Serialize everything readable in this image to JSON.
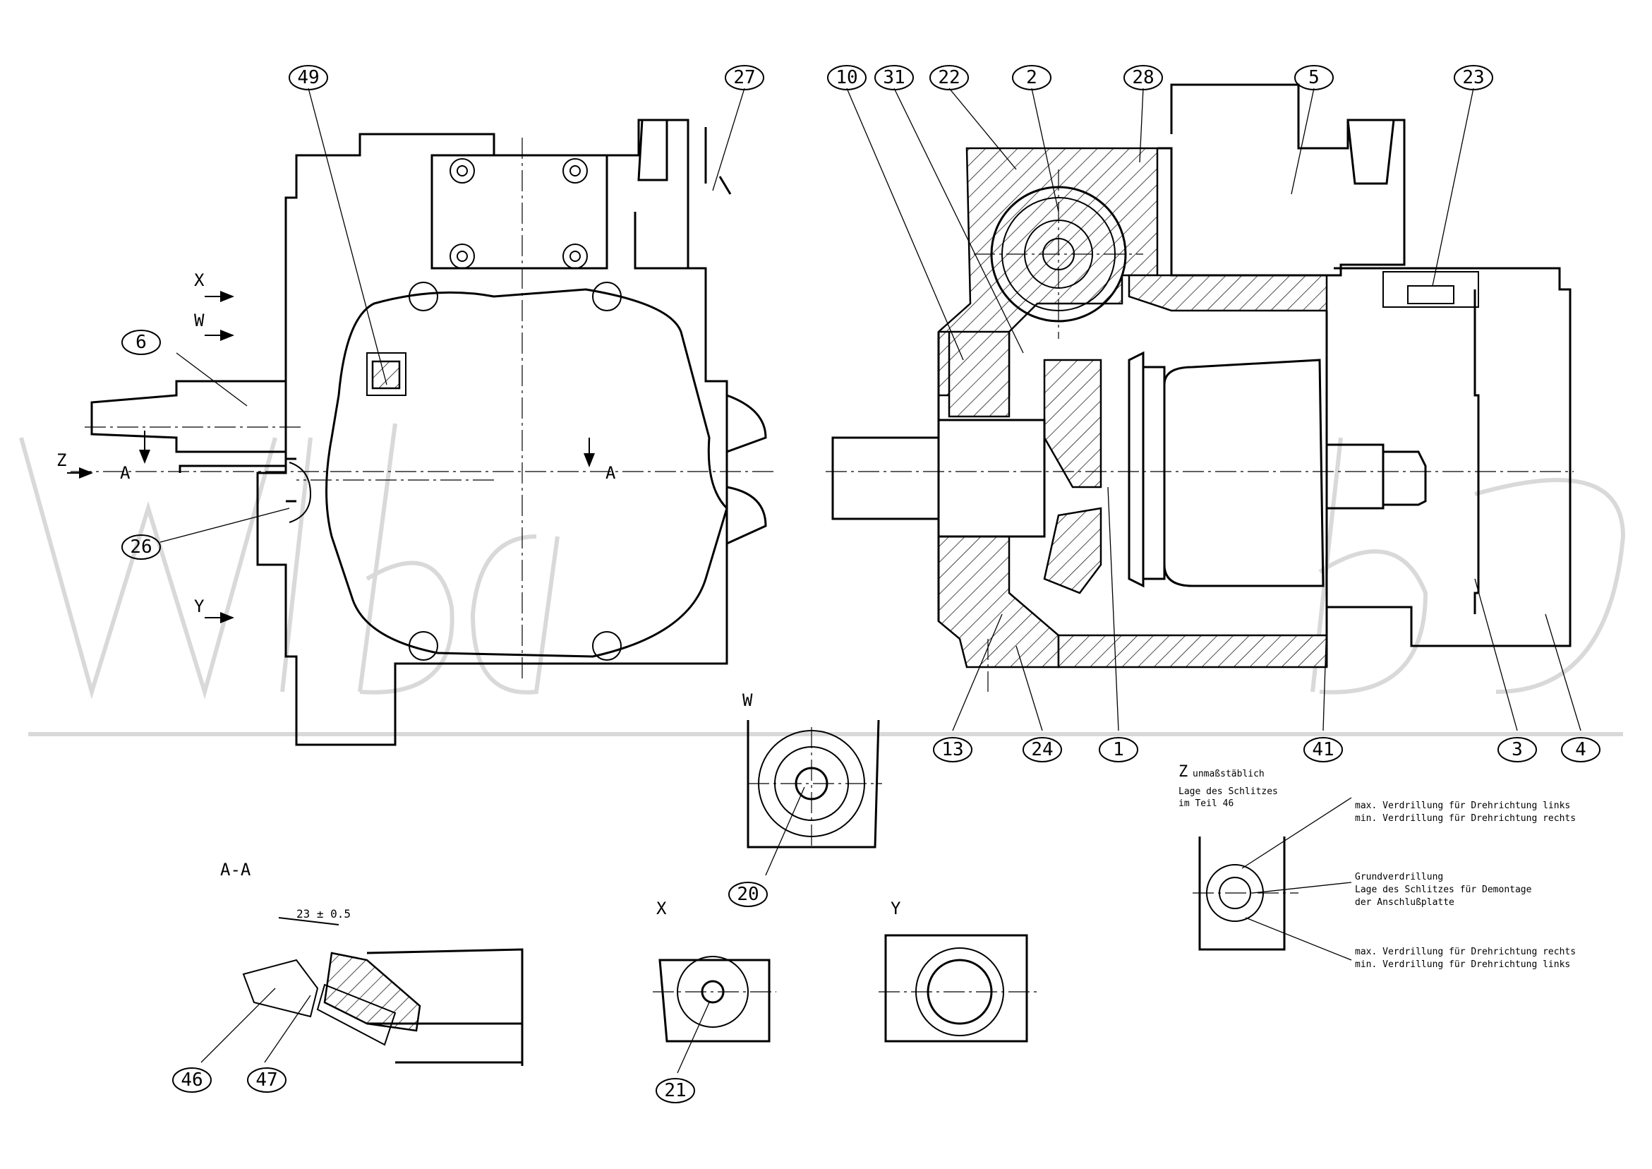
{
  "balloons": [
    {
      "id": "b49",
      "label": "49"
    },
    {
      "id": "b27",
      "label": "27"
    },
    {
      "id": "b10",
      "label": "10"
    },
    {
      "id": "b31",
      "label": "31"
    },
    {
      "id": "b22",
      "label": "22"
    },
    {
      "id": "b2",
      "label": "2"
    },
    {
      "id": "b28",
      "label": "28"
    },
    {
      "id": "b5",
      "label": "5"
    },
    {
      "id": "b23",
      "label": "23"
    },
    {
      "id": "b6",
      "label": "6"
    },
    {
      "id": "b26",
      "label": "26"
    },
    {
      "id": "b13",
      "label": "13"
    },
    {
      "id": "b24",
      "label": "24"
    },
    {
      "id": "b1",
      "label": "1"
    },
    {
      "id": "b41",
      "label": "41"
    },
    {
      "id": "b3",
      "label": "3"
    },
    {
      "id": "b4",
      "label": "4"
    },
    {
      "id": "b20",
      "label": "20"
    },
    {
      "id": "b21",
      "label": "21"
    },
    {
      "id": "b46",
      "label": "46"
    },
    {
      "id": "b47",
      "label": "47"
    }
  ],
  "view_labels": {
    "x": "X",
    "w": "W",
    "z": "Z",
    "y": "Y",
    "a_left": "A",
    "a_right": "A",
    "w_view": "W",
    "aa_view": "A-A",
    "x_view": "X",
    "y_view": "Y"
  },
  "dimension_aa": "23 ± 0.5",
  "z_view": {
    "letter": "Z",
    "scale_note": "unmaßstäblich",
    "title_line1": "Lage des Schlitzes",
    "title_line2": "im Teil 46",
    "note1_line1": "max. Verdrillung für Drehrichtung links",
    "note1_line2": "min. Verdrillung für Drehrichtung rechts",
    "note2_line1": "Grundverdrillung",
    "note2_line2": "Lage des Schlitzes für Demontage",
    "note2_line3": "der Anschlußplatte",
    "note3_line1": "max. Verdrillung für Drehrichtung rechts",
    "note3_line2": "min. Verdrillung für Drehrichtung links"
  },
  "watermark_icon": "watermark-logo"
}
